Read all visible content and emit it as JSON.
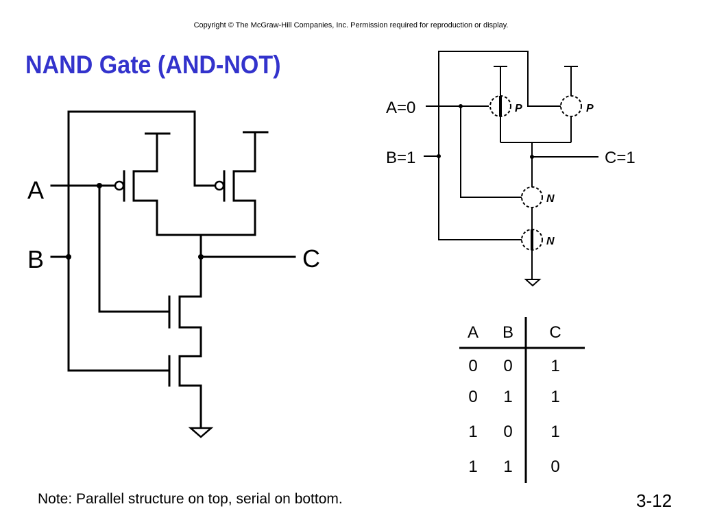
{
  "slide": {
    "copyright": "Copyright © The McGraw-Hill Companies, Inc.  Permission required for reproduction or display.",
    "title": "NAND Gate (AND-NOT)",
    "note": "Note: Parallel structure on top, serial on bottom.",
    "page_number": "3-12"
  },
  "left_circuit": {
    "input_a": "A",
    "input_b": "B",
    "output": "C"
  },
  "right_circuit": {
    "input_a": "A=0",
    "input_b": "B=1",
    "output": "C=1",
    "pmos_label": "P",
    "nmos_label": "N"
  },
  "truth_table": {
    "headers": [
      "A",
      "B",
      "C"
    ],
    "rows": [
      [
        "0",
        "0",
        "1"
      ],
      [
        "0",
        "1",
        "1"
      ],
      [
        "1",
        "0",
        "1"
      ],
      [
        "1",
        "1",
        "0"
      ]
    ]
  }
}
